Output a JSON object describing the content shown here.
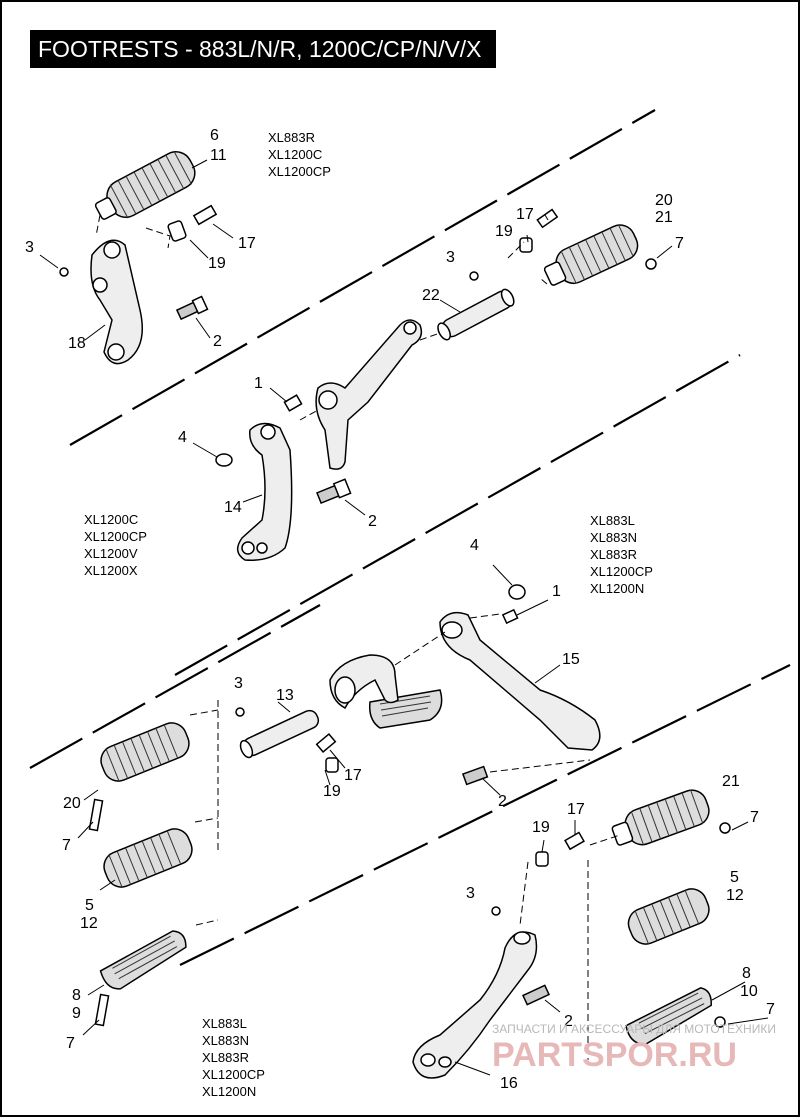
{
  "title": "FOOTRESTS - 883L/N/R, 1200C/CP/N/V/X",
  "model_groups": [
    {
      "models": [
        "XL883R",
        "XL1200C",
        "XL1200CP"
      ]
    },
    {
      "models": [
        "XL1200C",
        "XL1200CP",
        "XL1200V",
        "XL1200X"
      ]
    },
    {
      "models": [
        "XL883L",
        "XL883N",
        "XL883R",
        "XL1200CP",
        "XL1200N"
      ]
    },
    {
      "models": [
        "XL883L",
        "XL883N",
        "XL883R",
        "XL1200CP",
        "XL1200N"
      ]
    }
  ],
  "callouts": [
    "6",
    "11",
    "17",
    "3",
    "19",
    "18",
    "2",
    "20",
    "21",
    "7",
    "19",
    "17",
    "3",
    "22",
    "1",
    "4",
    "14",
    "2",
    "4",
    "1",
    "15",
    "3",
    "13",
    "17",
    "19",
    "20",
    "7",
    "5",
    "12",
    "8",
    "9",
    "7",
    "2",
    "21",
    "17",
    "7",
    "19",
    "3",
    "5",
    "12",
    "8",
    "10",
    "7",
    "2",
    "16"
  ],
  "watermark": {
    "caption": "ЗАПЧАСТИ И АКСЕССУАРЫ ДЛЯ МОТОТЕХНИКИ",
    "logo": "PARTSPOR.RU"
  }
}
